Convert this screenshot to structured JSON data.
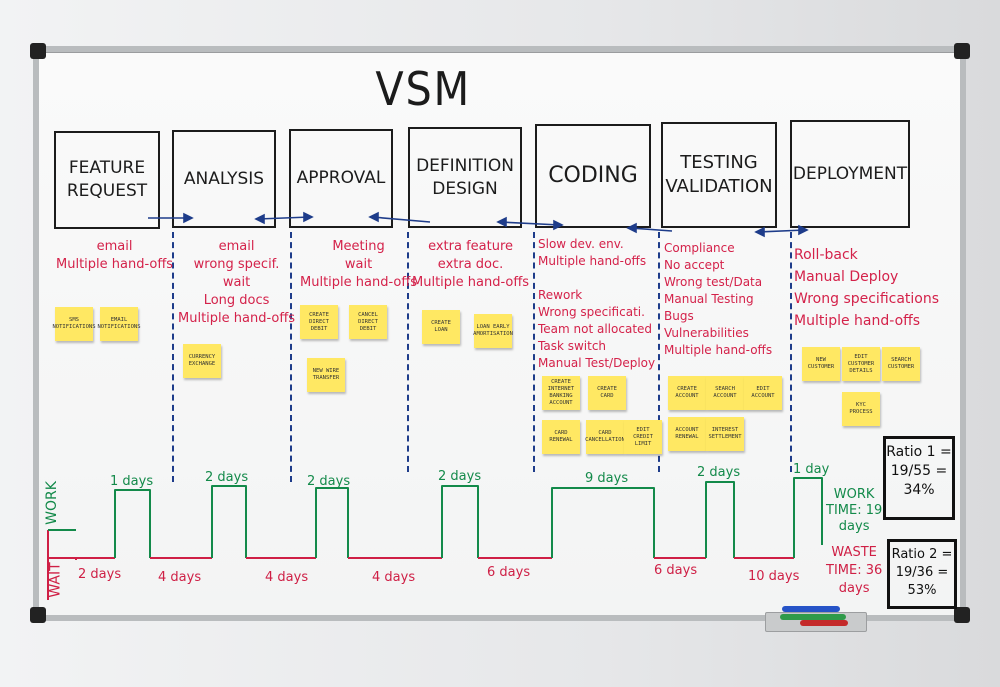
{
  "board_title": "VSM",
  "stages": [
    {
      "name": "FEATURE REQUEST",
      "notes": "email\nMultiple hand-offs"
    },
    {
      "name": "ANALYSIS",
      "notes": "email\nwrong specif.\nwait\nLong docs\nMultiple hand-offs"
    },
    {
      "name": "APPROVAL",
      "notes": "Meeting\nwait\nMultiple hand-offs"
    },
    {
      "name": "DEFINITION DESIGN",
      "notes": "extra feature\nextra doc.\nMultiple hand-offs"
    },
    {
      "name": "CODING",
      "notes": "Slow dev. env.\nMultiple hand-offs\n\nRework\nWrong specificati.\nTeam not allocated\nTask switch\nManual Test/Deploy"
    },
    {
      "name": "TESTING VALIDATION",
      "notes": "Compliance\nNo accept\nWrong test/Data\nManual Testing\nBugs\nVulnerabilities\nMultiple hand-offs"
    },
    {
      "name": "DEPLOYMENT",
      "notes": "Roll-back\nManual Deploy\nWrong specifications\nMultiple hand-offs"
    }
  ],
  "stickies": [
    {
      "text": "SMS NOTIFICATIONS"
    },
    {
      "text": "EMAIL NOTIFICATIONS"
    },
    {
      "text": "CURRENCY EXCHANGE"
    },
    {
      "text": "CREATE DIRECT DEBIT"
    },
    {
      "text": "CANCEL DIRECT DEBIT"
    },
    {
      "text": "NEW WIRE TRANSFER"
    },
    {
      "text": "CREATE LOAN"
    },
    {
      "text": "LOAN EARLY AMORTISATION"
    },
    {
      "text": "CREATE INTERNET BANKING ACCOUNT"
    },
    {
      "text": "CREATE CARD"
    },
    {
      "text": "CARD RENEWAL"
    },
    {
      "text": "CARD CANCELLATION"
    },
    {
      "text": "EDIT CREDIT LIMIT"
    },
    {
      "text": "CREATE ACCOUNT"
    },
    {
      "text": "SEARCH ACCOUNT"
    },
    {
      "text": "EDIT ACCOUNT"
    },
    {
      "text": "ACCOUNT RENEWAL"
    },
    {
      "text": "INTEREST SETTLEMENT"
    },
    {
      "text": "NEW CUSTOMER"
    },
    {
      "text": "EDIT CUSTOMER DETAILS"
    },
    {
      "text": "SEARCH CUSTOMER"
    },
    {
      "text": "KYC PROCESS"
    }
  ],
  "timeline": {
    "work_axis_label": "WORK",
    "wait_axis_label": "WAIT",
    "work_labels": [
      "1 days",
      "2 days",
      "2 days",
      "2 days",
      "9 days",
      "2 days",
      "1 day"
    ],
    "wait_labels": [
      "2 days",
      "4 days",
      "4 days",
      "4 days",
      "6 days",
      "6 days",
      "10 days"
    ],
    "work_time": "WORK\nTIME: 19\ndays",
    "waste_time": "WASTE\nTIME: 36\ndays"
  },
  "ratios": {
    "ratio1": "Ratio 1 =\n19/55 =\n34%",
    "ratio2": "Ratio 2 =\n19/36 =\n53%"
  },
  "colors": {
    "ink_black": "#1c1c1c",
    "ink_red": "#d4224a",
    "ink_green": "#138a4a",
    "ink_blue": "#1e3c8a",
    "sticky_yellow": "#ffe863"
  }
}
